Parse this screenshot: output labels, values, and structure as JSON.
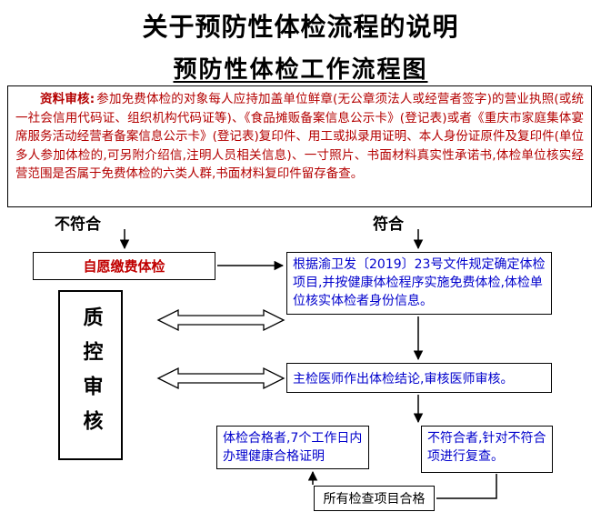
{
  "doc": {
    "title": "关于预防性体检流程的说明",
    "subtitle": "预防性体检工作流程图"
  },
  "colors": {
    "review_text": "#b40000",
    "self_pay_text": "#c00000",
    "flow_blue_text": "#0000cc",
    "line_black": "#000000"
  },
  "top_box": {
    "label": "资料审核:",
    "body": "参加免费体检的对象每人应持加盖单位鲜章(无公章须法人或经营者签字)的营业执照(或统一社会信用代码证、组织机构代码证等)、《食品摊贩备案信息公示卡》(登记表)或者《重庆市家庭集体宴席服务活动经营者备案信息公示卡》(登记表)复印件、用工或拟录用证明、本人身份证原件及复印件(单位多人参加体检的,可另附介绍信,注明人员相关信息)、一寸照片、书面材料真实性承诺书,体检单位核实经营范围是否属于免费体检的六类人群,书面材料复印件留存备查。"
  },
  "labels": {
    "no_match": "不符合",
    "match": "符合"
  },
  "nodes": {
    "self_pay": "自愿缴费体检",
    "qc": "质控审核",
    "determine": "根据渝卫发〔2019〕23号文件规定确定体检项目,并按健康体检程序实施免费体检,体检单位核实体检者身份信息。",
    "conclusion": "主检医师作出体检结论,审核医师审核。",
    "qualified": "体检合格者,7个工作日内办理健康合格证明",
    "unqualified": "不符合者,针对不符合项进行复查。",
    "all_pass": "所有检查项目合格"
  }
}
